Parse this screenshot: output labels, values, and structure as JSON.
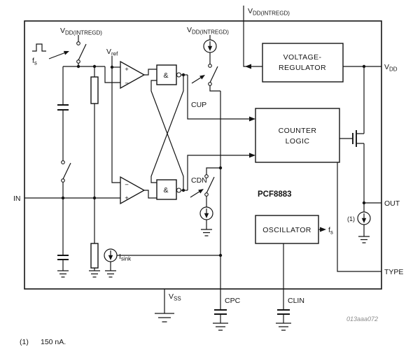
{
  "diagram": {
    "chip_name": "PCF8883",
    "figure_ref": "013aaa072",
    "footnote": {
      "ref": "(1)",
      "text": "150 nA."
    },
    "note_marker": "(1)",
    "blocks": {
      "voltage_regulator": {
        "line1": "VOLTAGE-",
        "line2": "REGULATOR"
      },
      "counter_logic": {
        "line1": "COUNTER",
        "line2": "LOGIC"
      },
      "oscillator": {
        "label": "OSCILLATOR"
      }
    },
    "gates": {
      "and_symbol": "&"
    },
    "comparators": {
      "plus": "+",
      "minus": "−"
    },
    "pins": {
      "in": "IN",
      "out": "OUT",
      "type": "TYPE",
      "cpc": "CPC",
      "clin": "CLIN",
      "vdd": {
        "main": "V",
        "sub": "DD"
      },
      "vss": {
        "main": "V",
        "sub": "SS"
      }
    },
    "signals": {
      "vdd_intregd": {
        "main": "V",
        "sub": "DD(INTREGD)"
      },
      "vref": {
        "main": "V",
        "sub": "ref"
      },
      "fs": {
        "main": "f",
        "sub": "s"
      },
      "isink": {
        "main": "I",
        "sub": "sink"
      },
      "cup": "CUP",
      "cdn": "CDN"
    },
    "colors": {
      "line": "#141414",
      "background": "#ffffff",
      "figure_ref": "#8c8c8c"
    }
  }
}
